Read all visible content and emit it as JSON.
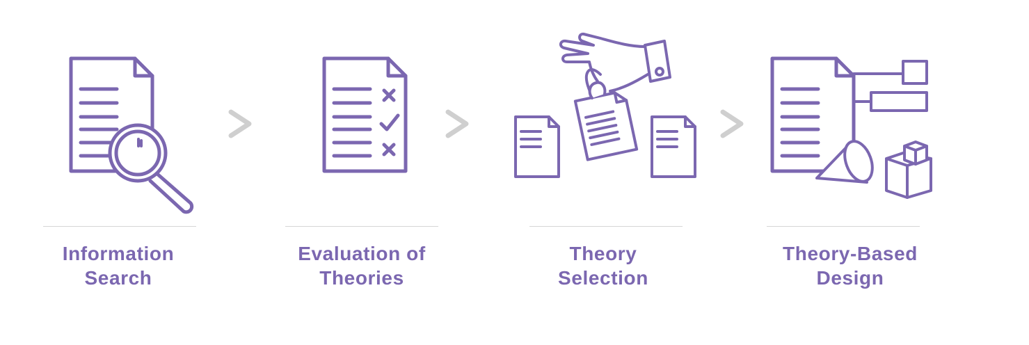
{
  "colors": {
    "accent": "#7b67b0",
    "chevron": "#cfcfcf",
    "rule": "#d6d6d6"
  },
  "steps": [
    {
      "line1": "Information",
      "line2": "Search",
      "icon": "document-magnifier-icon"
    },
    {
      "line1": "Evaluation of",
      "line2": "Theories",
      "icon": "document-checklist-icon"
    },
    {
      "line1": "Theory",
      "line2": "Selection",
      "icon": "hand-selecting-document-icon"
    },
    {
      "line1": "Theory-Based",
      "line2": "Design",
      "icon": "document-diagram-shapes-icon"
    }
  ],
  "connector_icon": "chevron-right-icon"
}
